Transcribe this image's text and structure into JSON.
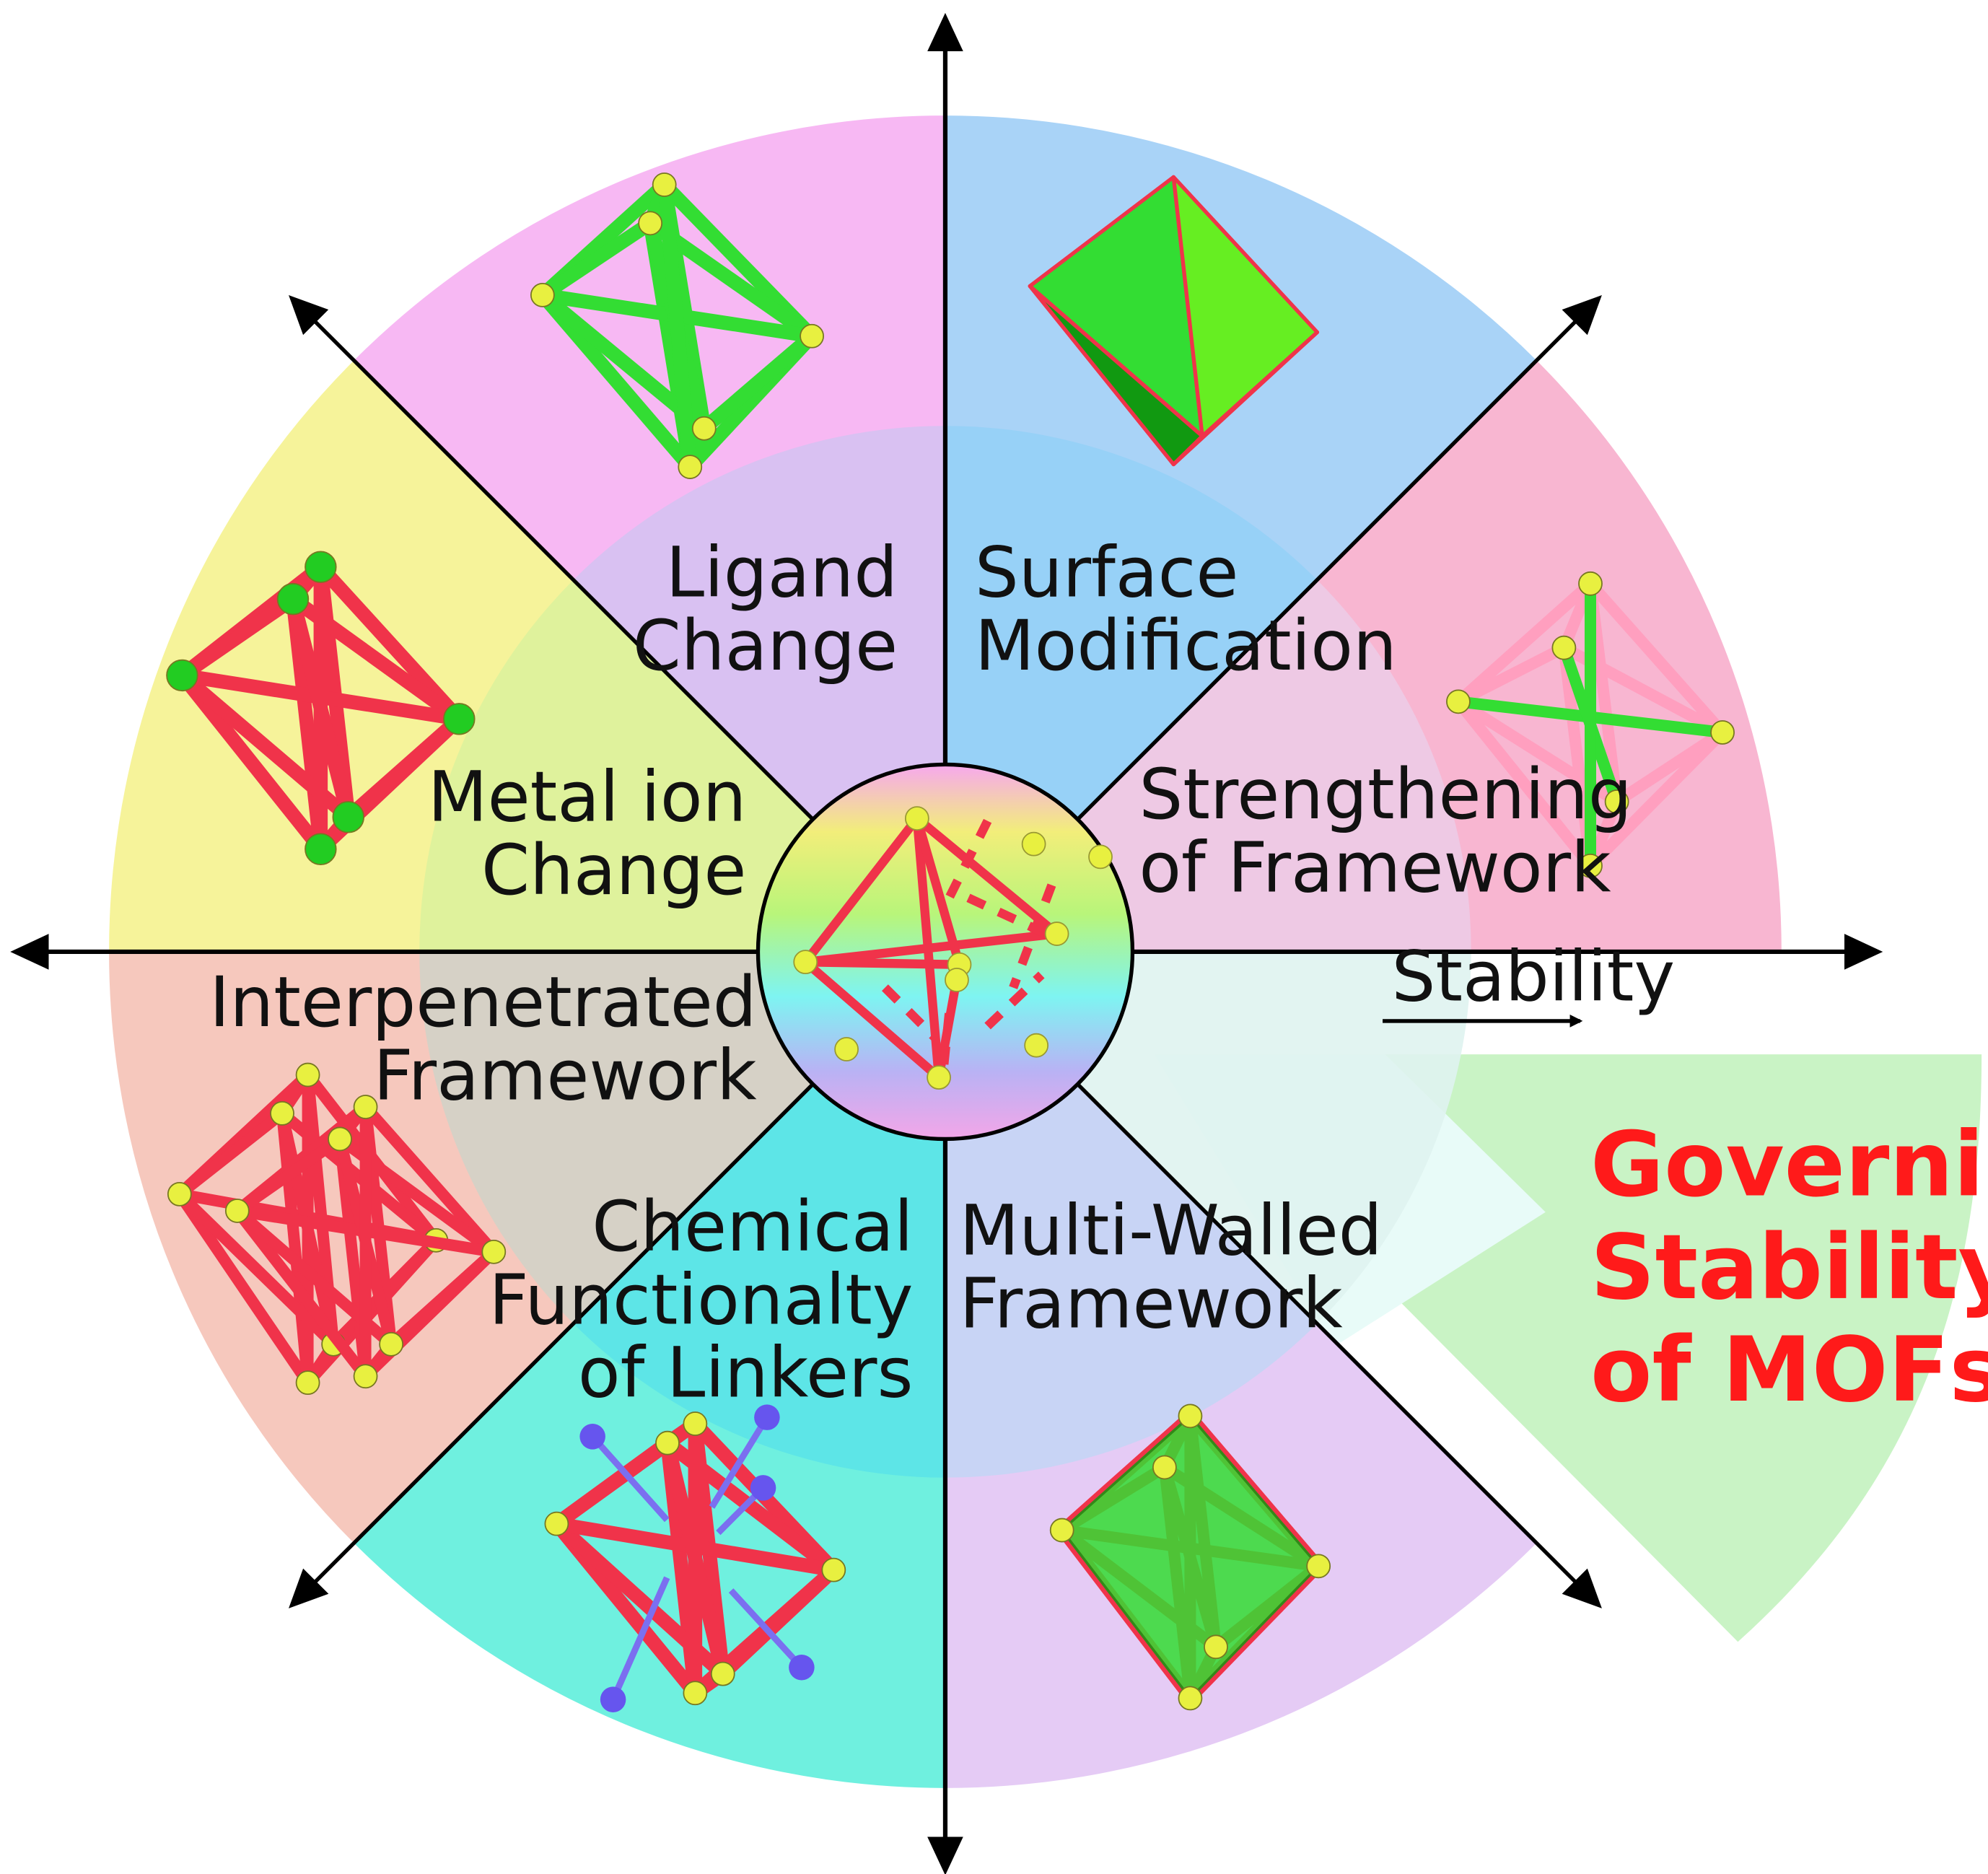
{
  "segments": [
    {
      "label_lines": [
        "Ligand",
        "Change"
      ],
      "outer_color": "#f7b8f3",
      "inner_color": "#d9c1f2",
      "structure": "green-frame-octahedron"
    },
    {
      "label_lines": [
        "Surface",
        "Modification"
      ],
      "outer_color": "#a9d3f7",
      "inner_color": "#97d1f7",
      "structure": "solid-green-octahedron"
    },
    {
      "label_lines": [
        "Strengthening",
        "of Framework"
      ],
      "outer_color": "#f8b6d1",
      "inner_color": "#eec9e4",
      "structure": "pink-frame-green-core"
    },
    {
      "label_lines": [
        "Multi-Walled",
        "Framework"
      ],
      "outer_color": "#e5cbf5",
      "inner_color": "#c8d4f5",
      "structure": "nested-frame-with-solid-core"
    },
    {
      "label_lines": [
        "Chemical",
        "Functionalty",
        "of Linkers"
      ],
      "outer_color": "#6ff0df",
      "inner_color": "#5de5e7",
      "structure": "red-frame-with-blue-groups"
    },
    {
      "label_lines": [
        "Interpenetrated",
        "Framework"
      ],
      "outer_color": "#f6c8bd",
      "inner_color": "#d6d1c6",
      "structure": "interpenetrated-red-frames"
    },
    {
      "label_lines": [
        "Metal ion",
        "Change"
      ],
      "outer_color": "#f6f39a",
      "inner_color": "#dff29c",
      "structure": "red-frame-green-nodes"
    }
  ],
  "axis": {
    "label": "Stability",
    "color": "#000000"
  },
  "title": {
    "lines": [
      "Governing",
      "Stability",
      "of MOFs"
    ],
    "color": "#ff1a1a"
  },
  "title_panel_color": "#c9f3c5",
  "colors": {
    "strut_red": "#f0334a",
    "strut_green": "#33dd33",
    "strut_pink": "#ff9fbf",
    "node_yellow": "#e8f040",
    "node_green": "#22cc22",
    "node_blue": "#6655ee"
  }
}
